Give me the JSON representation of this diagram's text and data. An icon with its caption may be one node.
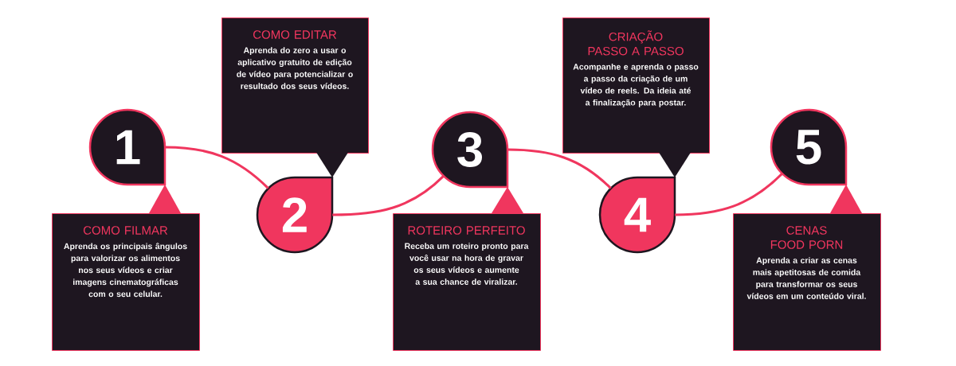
{
  "diagram": {
    "nodes": [
      {
        "text": [
          "1"
        ]
      },
      {
        "text": [
          "COMO FILMAR",
          "Aprenda os principais ângulos para valorizar os alimentos nos seus vídeos e criar imagens cinematográficas com o seu celular."
        ]
      },
      {
        "text": [
          "2"
        ]
      },
      {
        "text": [
          "COMO EDITAR",
          "Aprenda do zero a usar o aplicativo gratuito de edição de vídeo para potencializar o resultado dos seus vídeos."
        ]
      },
      {
        "text": [
          "3"
        ]
      },
      {
        "text": [
          "ROTEIRO PERFEITO",
          "Receba um roteiro pronto para você usar na hora de gravar os seus vídeos e aumente a sua chance de viralizar."
        ]
      },
      {
        "text": [
          "4"
        ]
      },
      {
        "text": [
          "CRIAÇÃO PASSO A PASSO",
          "Acompanhe e aprenda o passo a passo da criação de um vídeo de reels. Da ideia até a finalização para postar."
        ]
      },
      {
        "text": [
          "5"
        ]
      },
      {
        "text": [
          "CENAS FOOD PORN",
          "Aprenda a criar as cenas mais apetitosas de comida para transformar os seus vídeos em um conteúdo viral."
        ]
      }
    ],
    "edges": [
      {
        "from": 0,
        "to": 2,
        "arrow": "none"
      },
      {
        "from": 2,
        "to": 4,
        "arrow": "none"
      },
      {
        "from": 4,
        "to": 6,
        "arrow": "none"
      },
      {
        "from": 6,
        "to": 8,
        "arrow": "none"
      }
    ]
  }
}
